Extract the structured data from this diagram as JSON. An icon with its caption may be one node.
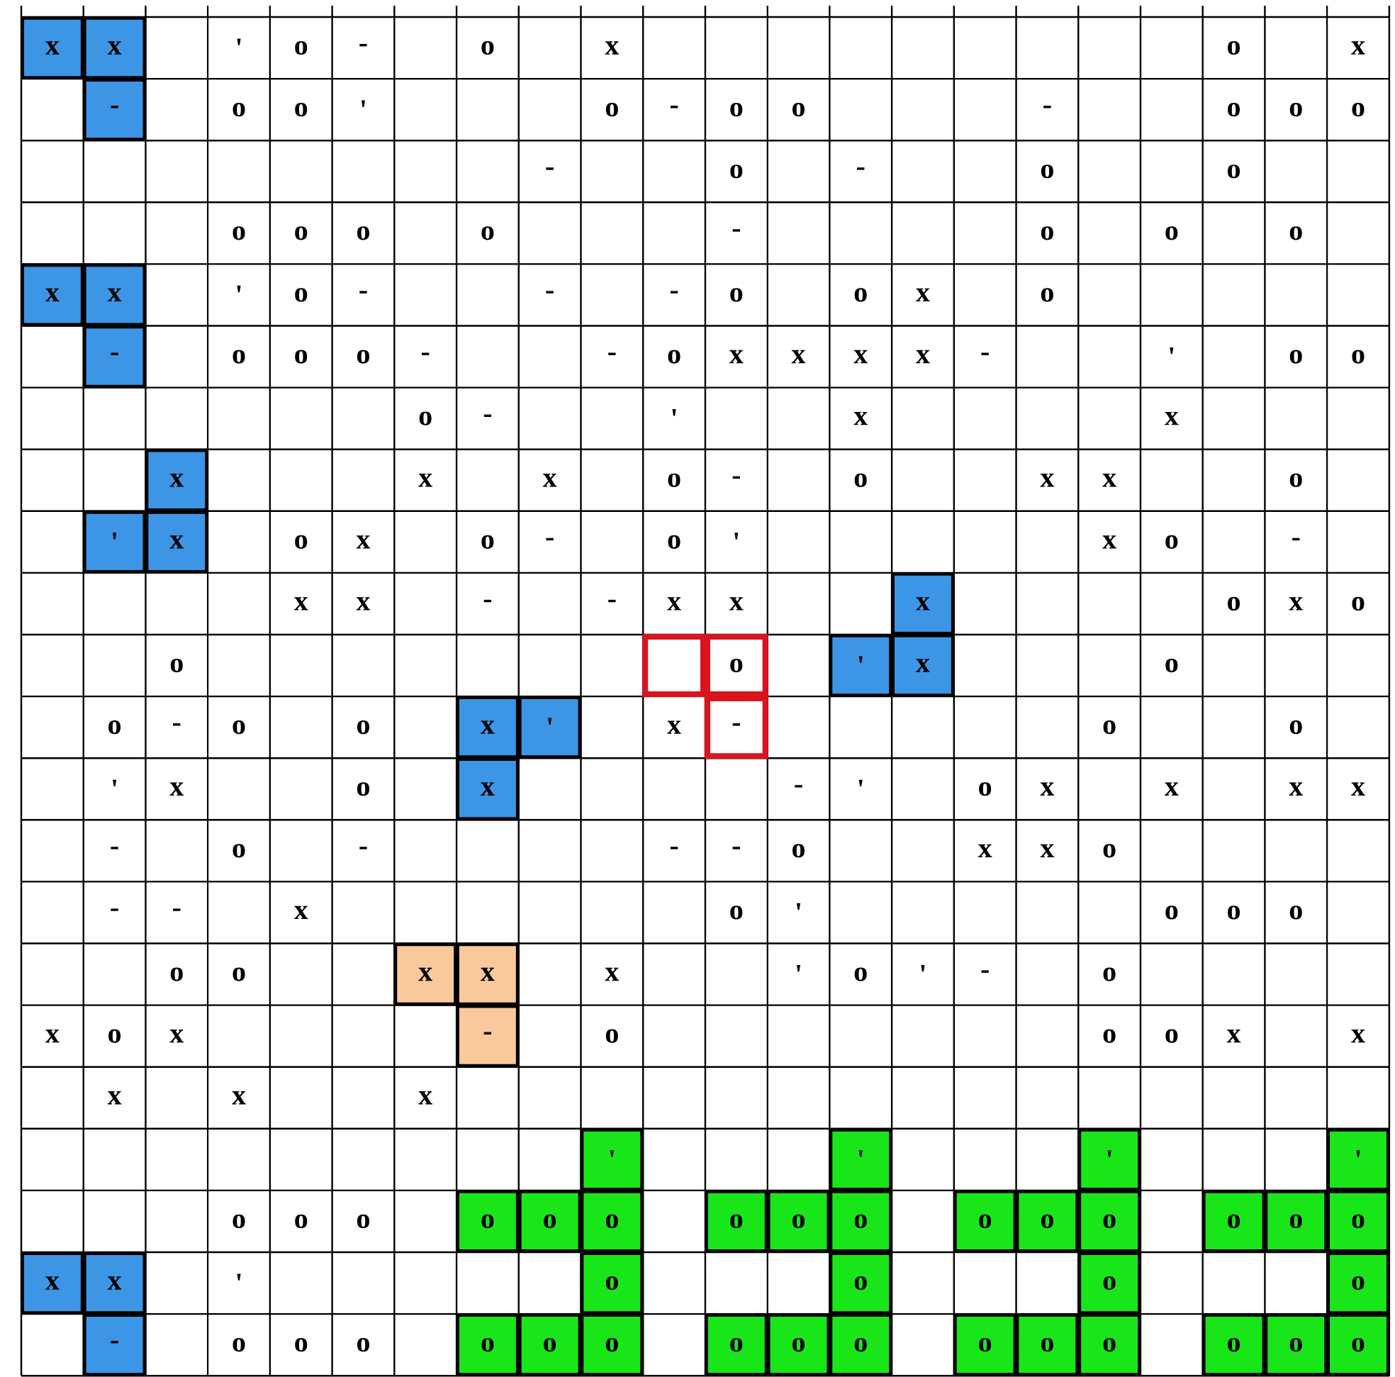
{
  "diagram": {
    "nodes": [
      {
        "text": [
          "x"
        ]
      },
      {
        "text": [
          "x"
        ]
      },
      {
        "text": [
          "-"
        ]
      },
      {
        "text": [
          "x"
        ]
      },
      {
        "text": [
          "x"
        ]
      },
      {
        "text": [
          "-"
        ]
      },
      {
        "text": [
          "x"
        ]
      },
      {
        "text": [
          "'"
        ]
      },
      {
        "text": [
          "x"
        ]
      },
      {
        "text": [
          "x"
        ]
      },
      {
        "text": [],
        "shape": "box"
      },
      {
        "text": [
          "o"
        ]
      },
      {
        "text": [
          "'"
        ]
      },
      {
        "text": [
          "x"
        ]
      },
      {
        "text": [
          "x"
        ]
      },
      {
        "text": [
          "'"
        ]
      },
      {
        "text": [
          "-"
        ]
      },
      {
        "text": [
          "x"
        ]
      },
      {
        "text": [
          "x"
        ]
      },
      {
        "text": [
          "x"
        ]
      },
      {
        "text": [
          "-"
        ]
      },
      {
        "text": [
          "'"
        ]
      },
      {
        "text": [
          "'"
        ]
      },
      {
        "text": [
          "'"
        ]
      },
      {
        "text": [
          "'"
        ]
      },
      {
        "text": [
          "o"
        ]
      },
      {
        "text": [
          "o"
        ]
      },
      {
        "text": [
          "o"
        ]
      },
      {
        "text": [
          "o"
        ]
      },
      {
        "text": [
          "o"
        ]
      },
      {
        "text": [
          "o"
        ]
      },
      {
        "text": [
          "o"
        ]
      },
      {
        "text": [
          "o"
        ]
      },
      {
        "text": [
          "o"
        ]
      },
      {
        "text": [
          "o"
        ]
      },
      {
        "text": [
          "o"
        ]
      },
      {
        "text": [
          "o"
        ]
      },
      {
        "text": [
          "x"
        ]
      },
      {
        "text": [
          "x"
        ]
      },
      {
        "text": [
          "o"
        ]
      },
      {
        "text": [
          "o"
        ]
      },
      {
        "text": [
          "o"
        ]
      },
      {
        "text": [
          "o"
        ]
      },
      {
        "text": [
          "-"
        ]
      },
      {
        "text": [
          "o"
        ]
      },
      {
        "text": [
          "o"
        ]
      },
      {
        "text": [
          "o"
        ]
      },
      {
        "text": [
          "o"
        ]
      },
      {
        "text": [
          "o"
        ]
      },
      {
        "text": [
          "o"
        ]
      },
      {
        "text": [
          "o"
        ]
      },
      {
        "text": [
          "o"
        ]
      },
      {
        "text": [
          "o"
        ]
      },
      {
        "text": [
          "o"
        ]
      },
      {
        "text": [
          "o"
        ]
      },
      {
        "text": [
          "o"
        ]
      }
    ],
    "labels": [
      "'",
      "o",
      "-",
      "o",
      "x",
      "o",
      "x",
      "o",
      "o",
      "'",
      "o",
      "-",
      "o",
      "o",
      "-",
      "o",
      "o",
      "o",
      "-",
      "o",
      "-",
      "o",
      "o",
      "o",
      "o",
      "o",
      "o",
      "-",
      "o",
      "o",
      "o",
      "'",
      "o",
      "-",
      "-",
      "-",
      "o",
      "o",
      "x",
      "o",
      "o",
      "o",
      "o",
      "-",
      "-",
      "o",
      "x",
      "x",
      "x",
      "x",
      "-",
      "'",
      "o",
      "o",
      "o",
      "-",
      "'",
      "x",
      "x",
      "x",
      "x",
      "o",
      "-",
      "o",
      "x",
      "x",
      "o",
      "o",
      "x",
      "o",
      "-",
      "o",
      "'",
      "x",
      "o",
      "-",
      "x",
      "x",
      "-",
      "-",
      "x",
      "x",
      "o",
      "x",
      "o",
      "o",
      "o",
      "o",
      "-",
      "o",
      "o",
      "x",
      "o",
      "o",
      "'",
      "x",
      "o",
      "-",
      "'",
      "o",
      "x",
      "x",
      "x",
      "x",
      "-",
      "o",
      "-",
      "-",
      "-",
      "o",
      "x",
      "x",
      "o",
      "-",
      "-",
      "x",
      "o",
      "'",
      "o",
      "o",
      "o",
      "o",
      "o",
      "x",
      "'",
      "o",
      "'",
      "-",
      "o",
      "x",
      "o",
      "x",
      "o",
      "o",
      "o",
      "x",
      "x",
      "x",
      "x",
      "x",
      "o",
      "o",
      "o",
      "'",
      "o",
      "o",
      "o"
    ]
  }
}
